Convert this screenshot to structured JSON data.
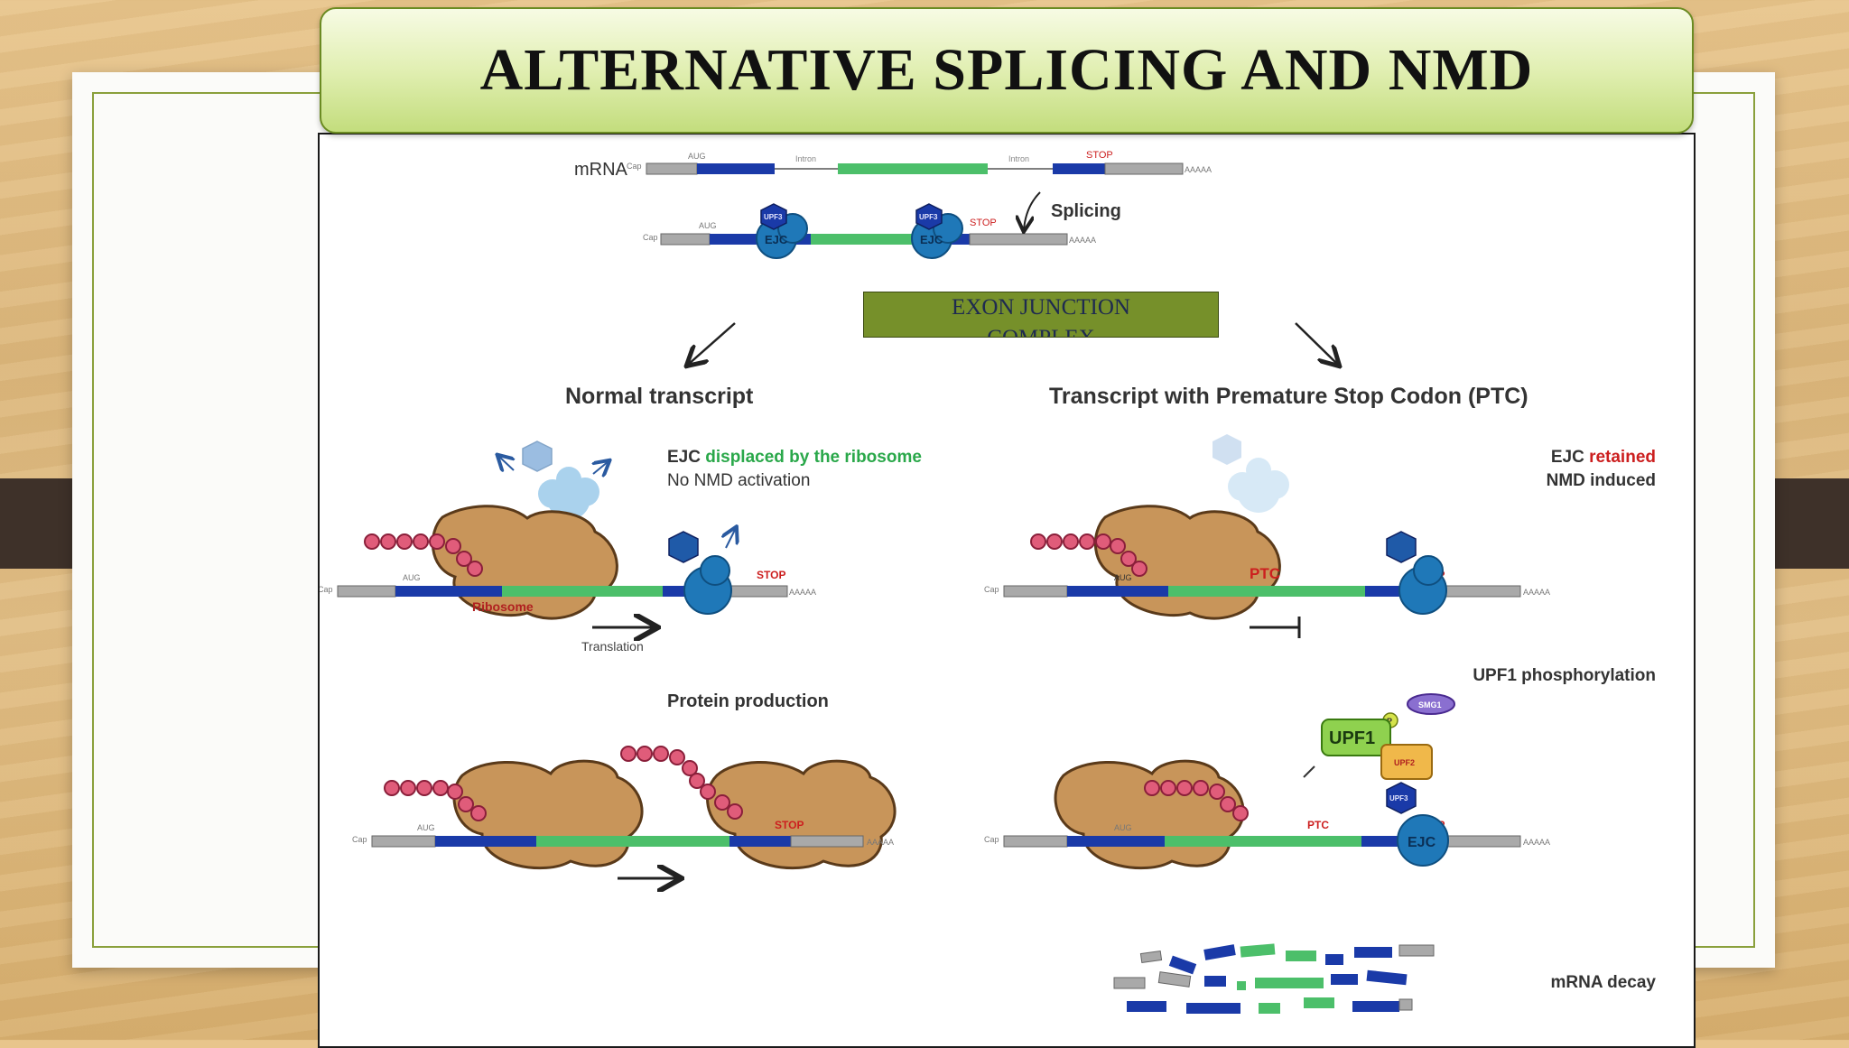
{
  "slide": {
    "title": "ALTERNATIVE SPLICING AND NMD",
    "label_box": {
      "line1": "EXON JUNCTION",
      "line2": "COMPLEX"
    }
  },
  "diagram": {
    "mrna_label": "mRNA",
    "cap": "Cap",
    "aug": "AUG",
    "intron": "Intron",
    "stop": "STOP",
    "polya": "AAAAA",
    "upf3": "UPF3",
    "ejc": "EJC",
    "splicing": "Splicing",
    "normal_title": "Normal transcript",
    "ptc_title": "Transcript with Premature Stop Codon (PTC)",
    "ejc_word": "EJC",
    "displaced_phrase": "displaced by the ribosome",
    "no_nmd": "No NMD activation",
    "retained_word": "retained",
    "nmd_induced": "NMD induced",
    "ribosome": "Ribosome",
    "translation": "Translation",
    "ptc": "PTC",
    "protein_production": "Protein production",
    "upf1_phosphorylation": "UPF1 phosphorylation",
    "upf1": "UPF1",
    "upf2": "UPF2",
    "smg1": "SMG1",
    "p": "P",
    "mrna_decay": "mRNA decay"
  },
  "colors": {
    "exon_blue": "#1a3aa8",
    "exon_green": "#4cbf6a",
    "utr_gray": "#a9a9a9",
    "ribosome": "#c8955a",
    "ejc_blue": "#1f78b8",
    "peptide": "#e05c7a",
    "stop_red": "#cc1f1f",
    "accent_green": "#2aa84a",
    "upf1_green": "#8fd14f",
    "upf2_orange": "#f0b84a",
    "smg1_purple": "#8a6fd0"
  }
}
